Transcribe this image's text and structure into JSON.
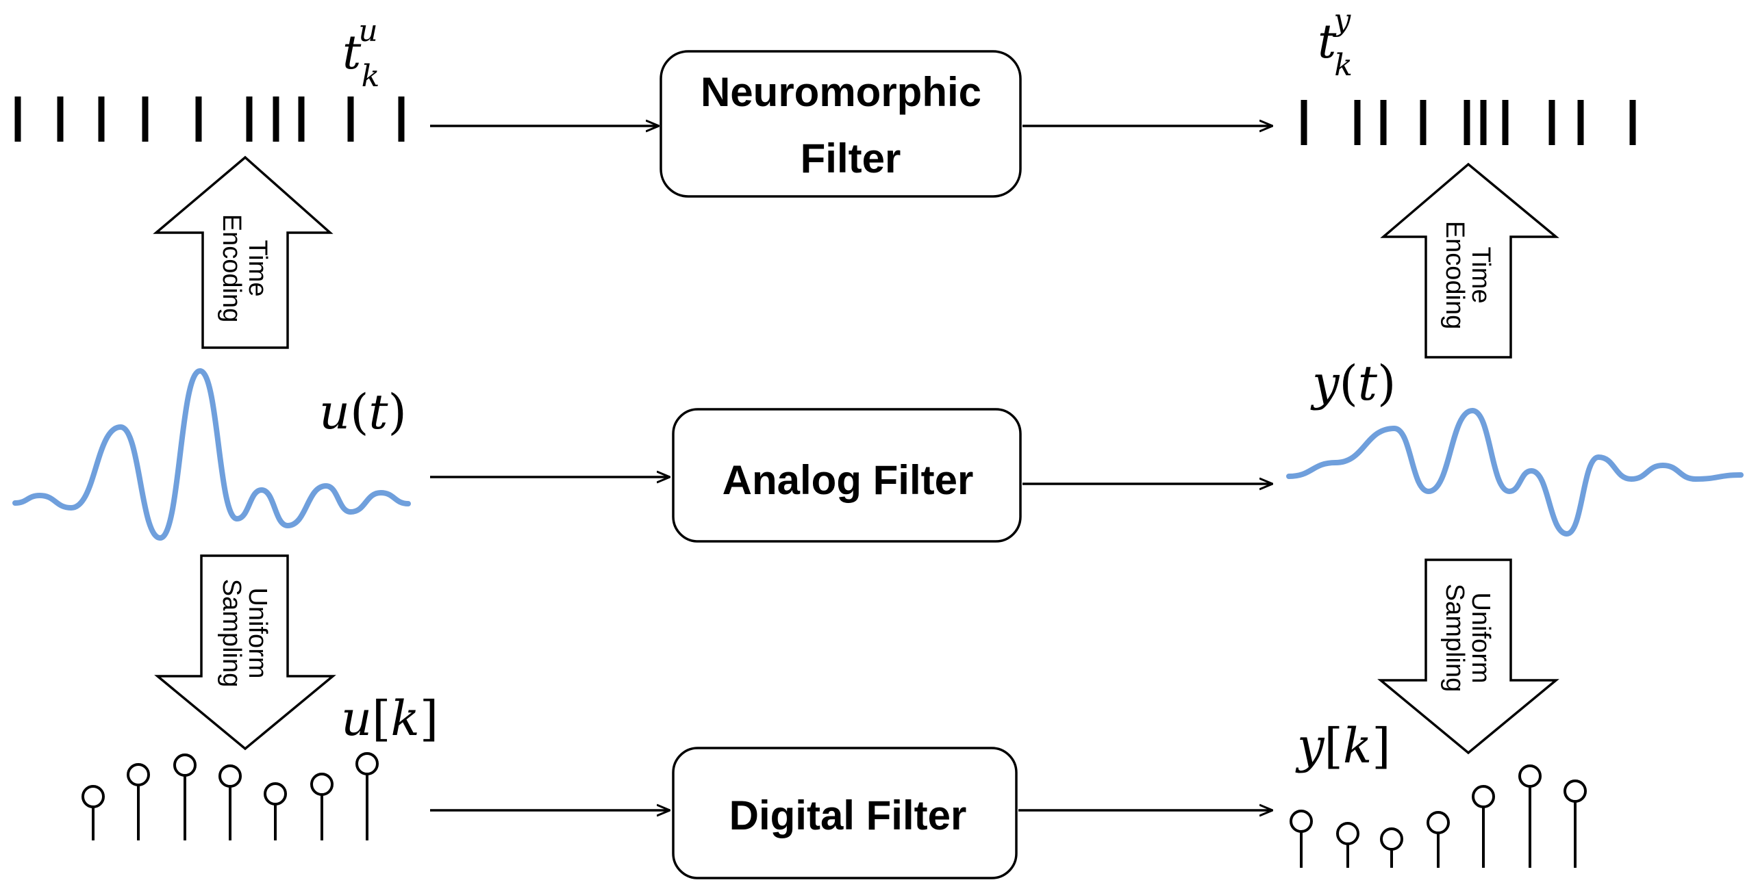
{
  "boxes": {
    "neuromorphic": [
      "Neuromorphic",
      "Filter"
    ],
    "analog": "Analog Filter",
    "digital": "Digital Filter"
  },
  "block_arrows": {
    "time_encoding": [
      "Time",
      "Encoding"
    ],
    "uniform_sampling": [
      "Uniform",
      "Sampling"
    ]
  },
  "signals": {
    "spikes_in": {
      "base": "t",
      "sub": "k",
      "sup": "u"
    },
    "spikes_out": {
      "base": "t",
      "sub": "k",
      "sup": "y"
    },
    "analog_in": {
      "fn": "u",
      "open": "(",
      "arg": "t",
      "close": ")"
    },
    "analog_out": {
      "fn": "y",
      "open": "(",
      "arg": "t",
      "close": ")"
    },
    "digital_in": {
      "fn": "u",
      "open": "[",
      "arg": "k",
      "close": "]"
    },
    "digital_out": {
      "fn": "y",
      "open": "[",
      "arg": "k",
      "close": "]"
    }
  },
  "colors": {
    "waveform": "#6f9fdc",
    "stroke": "#000000"
  }
}
